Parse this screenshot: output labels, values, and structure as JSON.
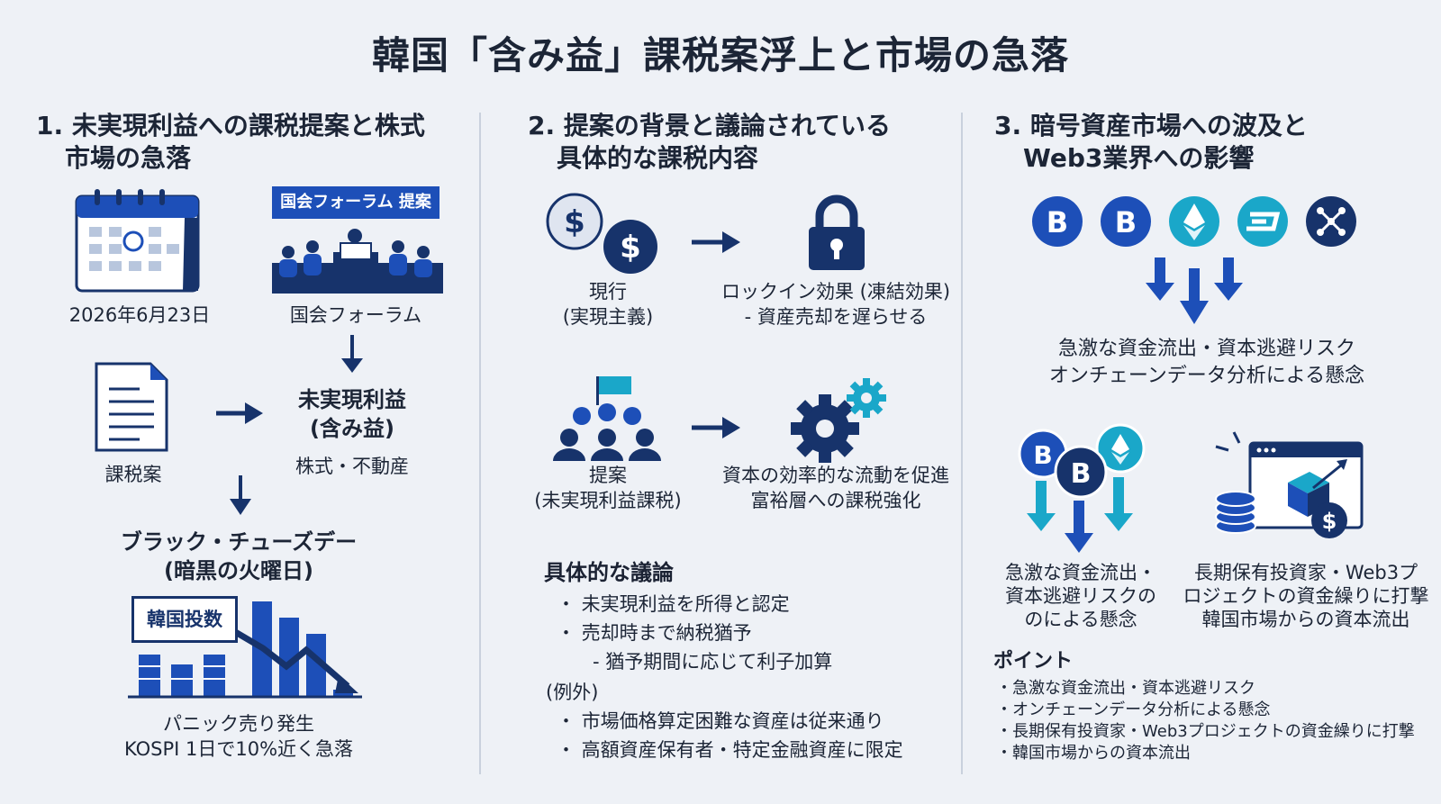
{
  "title": "韓国「含み益」課税案浮上と市場の急落",
  "col1": {
    "heading_line1": "1. 未実現利益への課税提案と株式",
    "heading_line2": "市場の急落",
    "date_label": "2026年6月23日",
    "forum_banner": "国会フォーラム 提案",
    "forum_label": "国会フォーラム",
    "doc_label": "課税案",
    "unrealized_line1": "未実現利益",
    "unrealized_line2": "(含み益)",
    "assets_label": "株式・不動産",
    "black_line1": "ブラック・チューズデー",
    "black_line2": "(暗黒の火曜日)",
    "index_badge": "韓国投数",
    "panic_line1": "パニック売り発生",
    "panic_line2": "KOSPI 1日で10%近く急落"
  },
  "col2": {
    "heading_line1": "2. 提案の背景と議論されている",
    "heading_line2": "具体的な課税内容",
    "current_line1": "現行",
    "current_line2": "(実現主義)",
    "lockin_line1": "ロックイン効果 (凍結効果)",
    "lockin_line2": "- 資産売却を遅らせる",
    "proposal_line1": "提案",
    "proposal_line2": "(未実現利益課税)",
    "effect_line1": "資本の効率的な流動を促進",
    "effect_line2": "富裕層への課税強化",
    "discussion_title": "具体的な議論",
    "discussion_items": [
      "・ 未実現利益を所得と認定",
      "・ 売却時まで納税猶予",
      "- 猶予期間に応じて利子加算"
    ],
    "exception_title": "(例外)",
    "exception_items": [
      "・ 市場価格算定困難な資産は従来通り",
      "・ 高額資産保有者・特定金融資産に限定"
    ]
  },
  "col3": {
    "heading_line1": "3. 暗号資産市場への波及と",
    "heading_line2": "Web3業界への影響",
    "risk_line1": "急激な資金流出・資本逃避リスク",
    "risk_line2": "オンチェーンデータ分析による懸念",
    "left_caption": [
      "急激な資金流出・",
      "資本逃避リスクの",
      "のによる懸念"
    ],
    "right_caption": [
      "長期保有投資家・Web3プ",
      "ロジェクトの資金繰りに打撃",
      "韓国市場からの資本流出"
    ],
    "points_title": "ポイント",
    "points": [
      "・急激な資金流出・資本逃避リスク",
      "・オンチェーンデータ分析による懸念",
      "・長期保有投資家・Web3プロジェクトの資金繰りに打撃",
      "・韓国市場からの資本流出"
    ]
  },
  "colors": {
    "navy": "#17336b",
    "blue": "#1d4fb8",
    "teal": "#1aa7c9",
    "text": "#1c2536"
  }
}
